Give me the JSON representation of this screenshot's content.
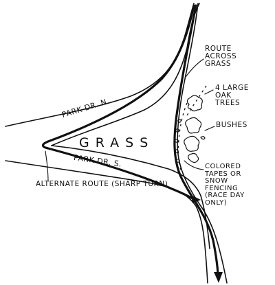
{
  "labels": {
    "park_dr_n": "PARK DR. N.",
    "park_dr_s": "PARK DR. S.",
    "grass": "GRASS",
    "route_across_grass": "ROUTE ACROSS GRASS",
    "oak_trees": "4 LARGE OAK TREES",
    "bushes": "BUSHES",
    "tapes": "COLORED TAPES OR SNOW FENCING (RACE DAY ONLY)",
    "alternate_route": "ALTERNATE ROUTE (SHARP TURN)"
  },
  "colors": {
    "ink": "#111111",
    "background": "#ffffff"
  }
}
